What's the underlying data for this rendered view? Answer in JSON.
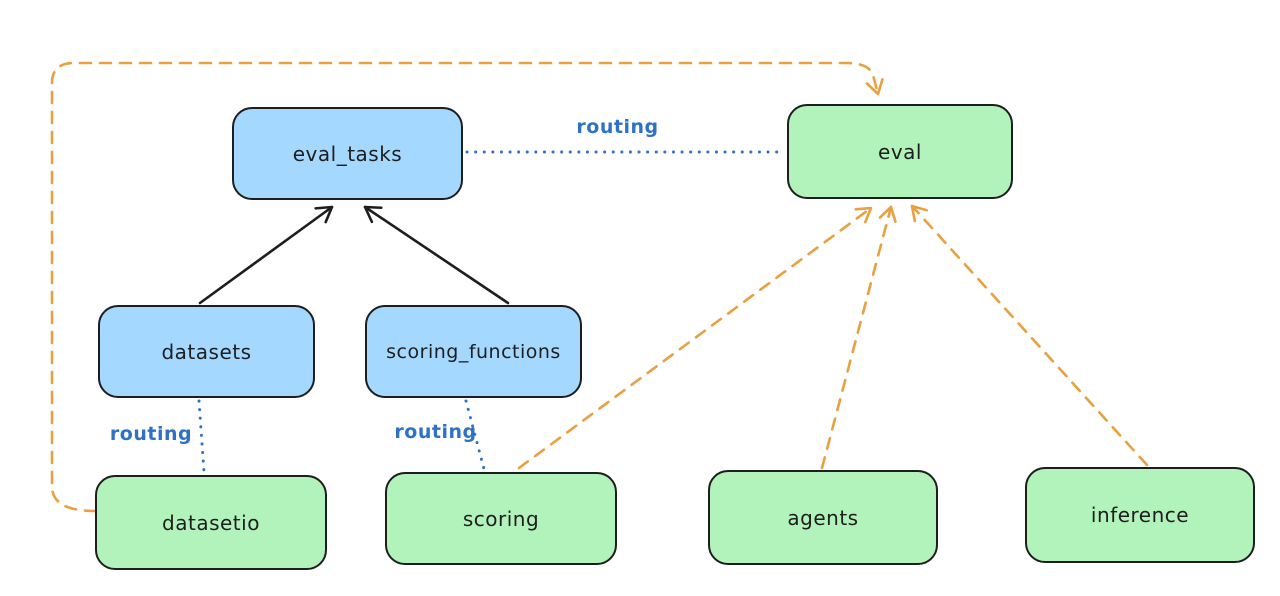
{
  "diagram": {
    "colors": {
      "background": "#ffffff",
      "blue_fill": "#a5d8ff",
      "green_fill": "#b2f2bb",
      "stroke": "#1e1e1e",
      "routing_blue": "#2e72c8",
      "orange": "#e8a040"
    },
    "nodes": [
      {
        "id": "eval_tasks",
        "label": "eval_tasks",
        "fill": "blue"
      },
      {
        "id": "eval",
        "label": "eval",
        "fill": "green"
      },
      {
        "id": "datasets",
        "label": "datasets",
        "fill": "blue"
      },
      {
        "id": "scoring_functions",
        "label": "scoring_functions",
        "fill": "blue"
      },
      {
        "id": "datasetio",
        "label": "datasetio",
        "fill": "green"
      },
      {
        "id": "scoring",
        "label": "scoring",
        "fill": "green"
      },
      {
        "id": "agents",
        "label": "agents",
        "fill": "green"
      },
      {
        "id": "inference",
        "label": "inference",
        "fill": "green"
      }
    ],
    "edges": [
      {
        "from": "datasets",
        "to": "eval_tasks",
        "style": "solid-black-arrow",
        "label": ""
      },
      {
        "from": "scoring_functions",
        "to": "eval_tasks",
        "style": "solid-black-arrow",
        "label": ""
      },
      {
        "from": "eval_tasks",
        "to": "eval",
        "style": "dotted-blue",
        "label": "routing"
      },
      {
        "from": "datasets",
        "to": "datasetio",
        "style": "dotted-blue",
        "label": "routing"
      },
      {
        "from": "scoring_functions",
        "to": "scoring",
        "style": "dotted-blue",
        "label": "routing"
      },
      {
        "from": "datasetio",
        "to": "eval",
        "style": "dashed-orange-arrow",
        "label": ""
      },
      {
        "from": "scoring",
        "to": "eval",
        "style": "dashed-orange-arrow",
        "label": ""
      },
      {
        "from": "agents",
        "to": "eval",
        "style": "dashed-orange-arrow",
        "label": ""
      },
      {
        "from": "inference",
        "to": "eval",
        "style": "dashed-orange-arrow",
        "label": ""
      }
    ]
  }
}
